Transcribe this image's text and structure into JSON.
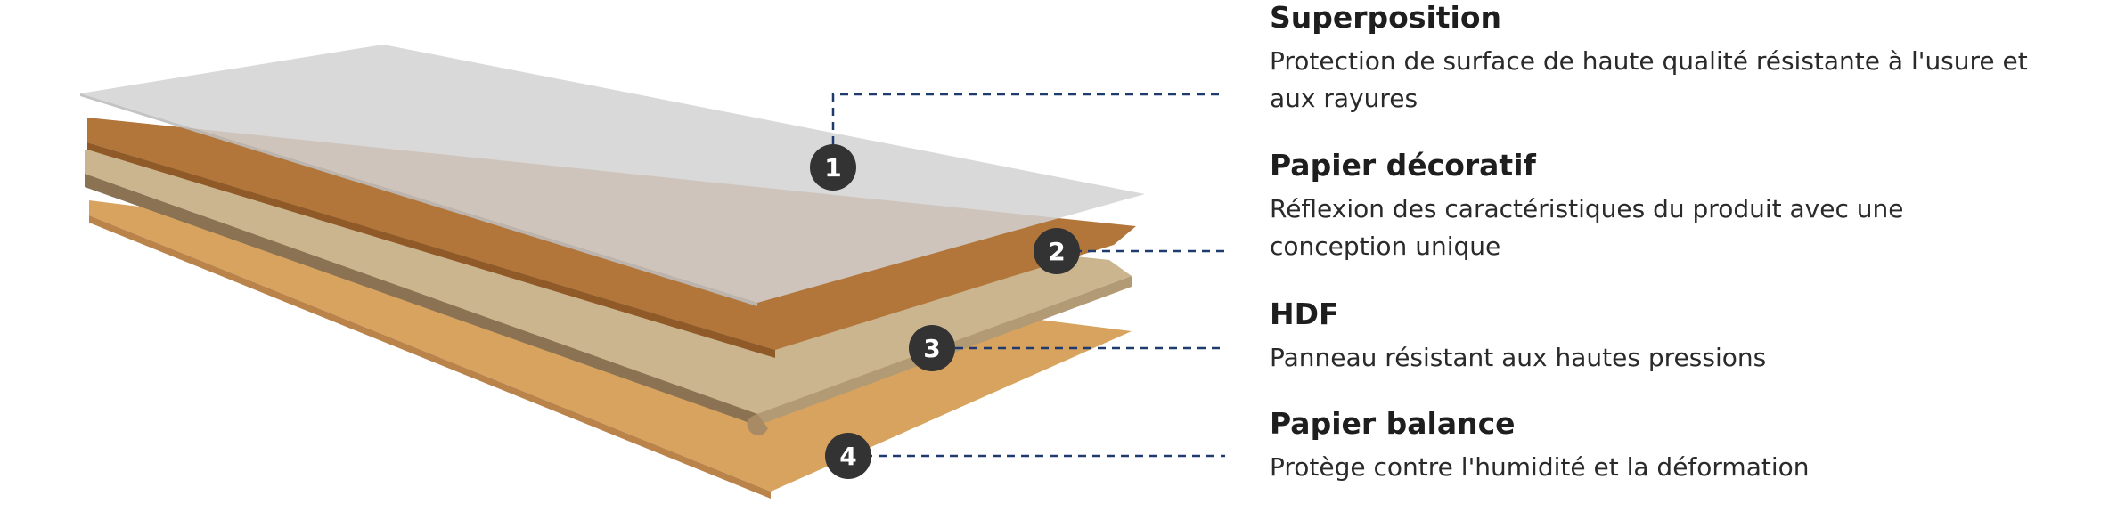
{
  "layers": [
    {
      "number": "1",
      "title": "Superposition",
      "description": "Protection de surface de haute qualité résistante à l'usure et aux rayures"
    },
    {
      "number": "2",
      "title": "Papier décoratif",
      "description": "Réflexion des caractéristiques du produit avec une conception unique"
    },
    {
      "number": "3",
      "title": "HDF",
      "description": "Panneau résistant aux hautes pressions"
    },
    {
      "number": "4",
      "title": "Papier balance",
      "description": "Protège contre l'humidité et la déformation"
    }
  ],
  "colors": {
    "overlay": "#dcdcdc",
    "decor": "#b2763a",
    "hdf_top": "#cbb58f",
    "hdf_side": "#8a7253",
    "balance_top": "#d7a35f",
    "balance_side": "#b9834a",
    "marker": "#333333",
    "leader": "#1e3a6e"
  }
}
